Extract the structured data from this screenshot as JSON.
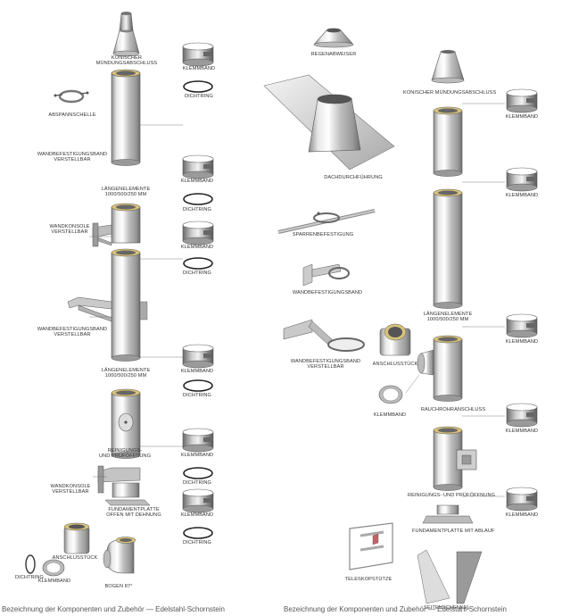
{
  "left_diagram": {
    "konischer_muendungsabschluss": "KONISCHER\nMÜNDUNGSABSCHLUSS",
    "klemmband_1": "KLEMMBAND",
    "dichtring_1": "DICHTRING",
    "abspannschelle": "ABSPANNSCHELLE",
    "wandbefestigungsband_1": "WANDBEFESTIGUNGSBAND\nVERSTELLBAR",
    "klemmband_2": "KLEMMBAND",
    "laengenelemente_1": "LÄNGENELEMENTE\n1000/500/250 MM",
    "dichtring_2": "DICHTRING",
    "wandkonsole_1": "WANDKONSOLE\nVERSTELLBAR",
    "klemmband_3": "KLEMMBAND",
    "dichtring_3": "DICHTRING",
    "wandbefestigungsband_2": "WANDBEFESTIGUNGSBAND\nVERSTELLBAR",
    "laengenelemente_2": "LÄNGENELEMENTE\n1000/500/250 MM",
    "klemmband_4": "KLEMMBAND",
    "dichtring_4": "DICHTRING",
    "reinigungs_1": "REINIGUNGS-\nUND PRÜFÖFFNUNG",
    "klemmband_5": "KLEMMBAND",
    "dichtring_5": "DICHTRING",
    "wandkonsole_2": "WANDKONSOLE\nVERSTELLBAR",
    "fundamentplatte_1": "FUNDAMENTPLATTE\nOFFEN MIT DEHNUNG",
    "klemmband_6": "KLEMMBAND",
    "dichtring_6": "DICHTRING",
    "anschlussstueck_1": "ANSCHLUSSTÜCK",
    "dichtring_7": "DICHTRING",
    "klemmband_7": "KLEMMBAND",
    "bogen": "BOGEN 87°"
  },
  "right_diagram": {
    "regenabweiser": "REGENABWEISER",
    "dachdurchfuehrung": "DACHDURCHFÜHRUNG",
    "sparrenbefestigung": "SPARRENBEFESTIGUNG",
    "wandbefestigungsband_1": "WANDBEFESTIGUNGSBAND",
    "wandbefestigungsband_2": "WANDBEFESTIGUNGSBAND\nVERSTELLBAR",
    "konischer_muendungsabschluss": "KONISCHER MÜNDUNGSABSCHLUSS",
    "klemmband_1": "KLEMMBAND",
    "klemmband_2": "KLEMMBAND",
    "laengenelemente": "LÄNGENELEMENTE\n1000/500/250 MM",
    "klemmband_3": "KLEMMBAND",
    "anschlussstueck": "ANSCHLUSSTÜCK",
    "klemmband_4": "KLEMMBAND",
    "rauchrohranschluss": "RAUCHROHRANSCHLUSS",
    "klemmband_5": "KLEMMBAND",
    "reinigungs": "REINIGUNGS- UND PRÜFÖFFNUNG",
    "klemmband_6": "KLEMMBAND",
    "fundamentplatte": "FUNDAMENTPLATTE MIT ABLAUF",
    "teleskopstuetze": "TELESKOPSTÜTZE",
    "seitenschenkel": "SEITENSCHENKEL"
  },
  "footer": {
    "left": "Bezeichnung der Komponenten und Zubehör — Edelstahl-Schornstein",
    "right": "Bezeichnung der Komponenten und Zubehör — Edelstahl-Schornstein"
  }
}
